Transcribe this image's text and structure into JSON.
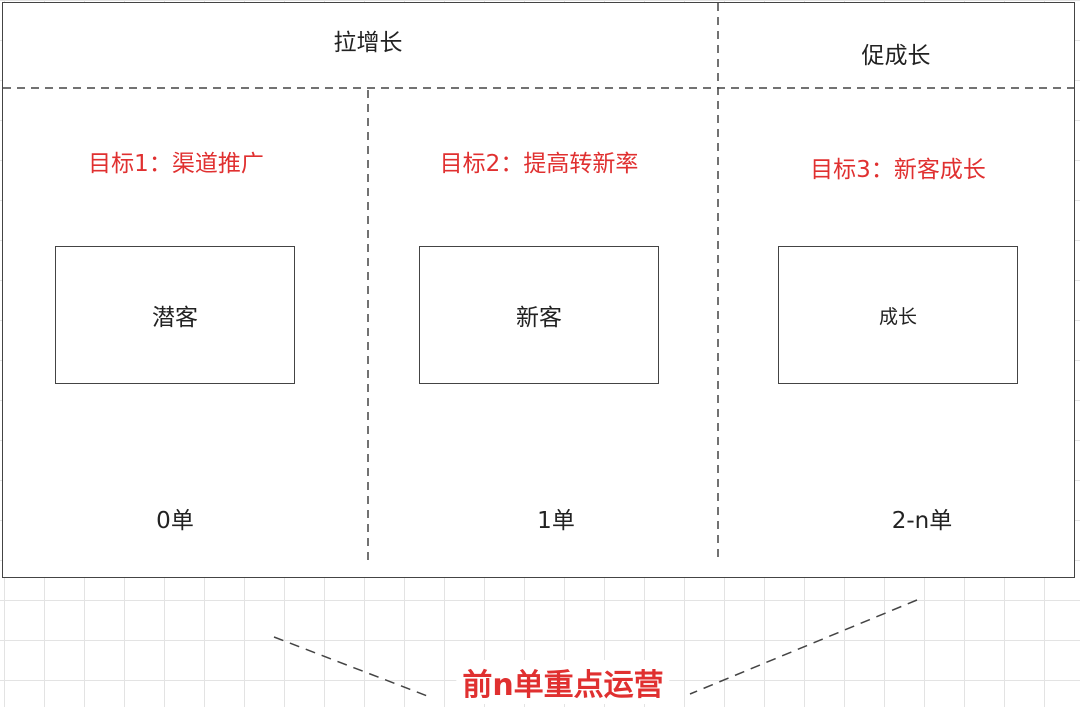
{
  "header": {
    "left": "拉增长",
    "right": "促成长"
  },
  "columns": [
    {
      "goal": "目标1：渠道推广",
      "stage": "潜客",
      "orders": "0单"
    },
    {
      "goal": "目标2：提高转新率",
      "stage": "新客",
      "orders": "1单"
    },
    {
      "goal": "目标3：新客成长",
      "stage": "成长",
      "orders": "2-n单"
    }
  ],
  "footer": {
    "label": "前n单重点运营"
  },
  "colors": {
    "accent": "#e03030",
    "line": "#444444",
    "text": "#222222"
  }
}
